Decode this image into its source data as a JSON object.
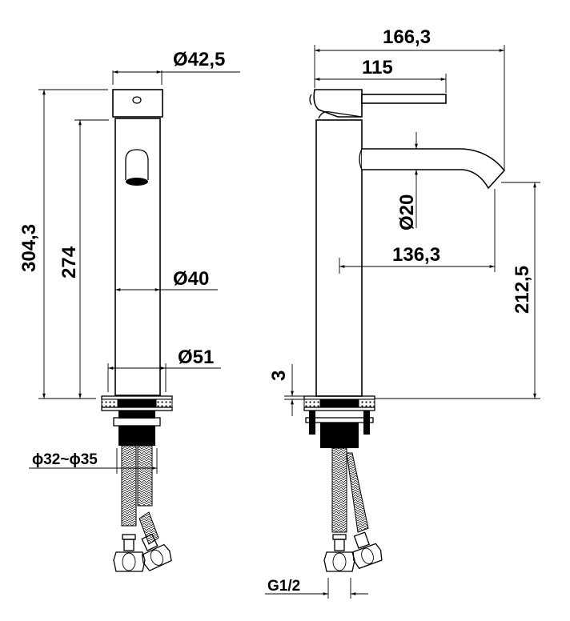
{
  "drawing": {
    "title": "Tall basin mixer technical drawing",
    "front_view": {
      "dimensions": {
        "handle_diameter": "Ø42,5",
        "total_height": "304,3",
        "body_height": "274",
        "body_diameter": "Ø40",
        "base_diameter": "Ø51",
        "hole_diameter": "ϕ32~ϕ35"
      }
    },
    "side_view": {
      "dimensions": {
        "total_depth": "166,3",
        "lever_length": "115",
        "spout_diameter": "Ø20",
        "spout_reach": "136,3",
        "spout_height": "212,5",
        "base_thickness": "3",
        "connection_thread": "G1/2"
      }
    },
    "colors": {
      "line": "#000000",
      "background": "#ffffff"
    }
  }
}
